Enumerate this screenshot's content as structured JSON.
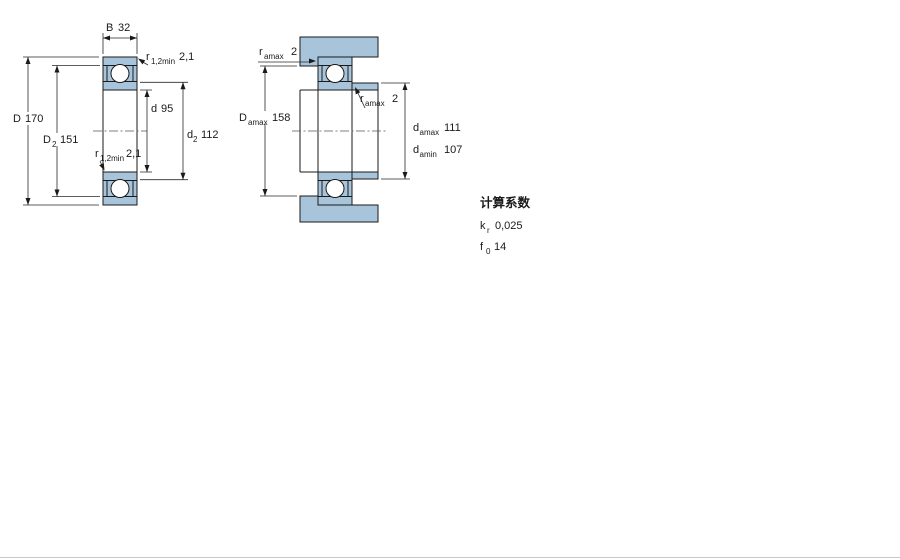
{
  "drawing": {
    "left": {
      "B": {
        "symbol": "B",
        "value": "32"
      },
      "r_top": {
        "symbol": "r",
        "subscript": "1,2min",
        "value": "2,1"
      },
      "D": {
        "symbol": "D",
        "value": "170"
      },
      "D2": {
        "symbol": "D",
        "subscript": "2",
        "value": "151"
      },
      "d": {
        "symbol": "d",
        "value": "95"
      },
      "d2": {
        "symbol": "d",
        "subscript": "2",
        "value": "112"
      },
      "r_bottom": {
        "symbol": "r",
        "subscript": "1,2min",
        "value": "2,1"
      }
    },
    "right": {
      "ra_top": {
        "symbol": "r",
        "subscript": "amax",
        "value": "2"
      },
      "Da": {
        "symbol": "D",
        "subscript": "amax",
        "value": "158"
      },
      "ra_mid": {
        "symbol": "r",
        "subscript": "amax",
        "value": "2"
      },
      "da_max": {
        "symbol": "d",
        "subscript": "amax",
        "value": "111"
      },
      "da_min": {
        "symbol": "d",
        "subscript": "amin",
        "value": "107"
      }
    }
  },
  "factors": {
    "title": "计算系数",
    "kr": {
      "symbol": "k",
      "subscript": "r",
      "value": "0,025"
    },
    "f0": {
      "symbol": "f",
      "subscript": "0",
      "value": "14"
    }
  },
  "colors": {
    "bearing_fill": "#a7c4da",
    "line": "#1a1a1a"
  }
}
